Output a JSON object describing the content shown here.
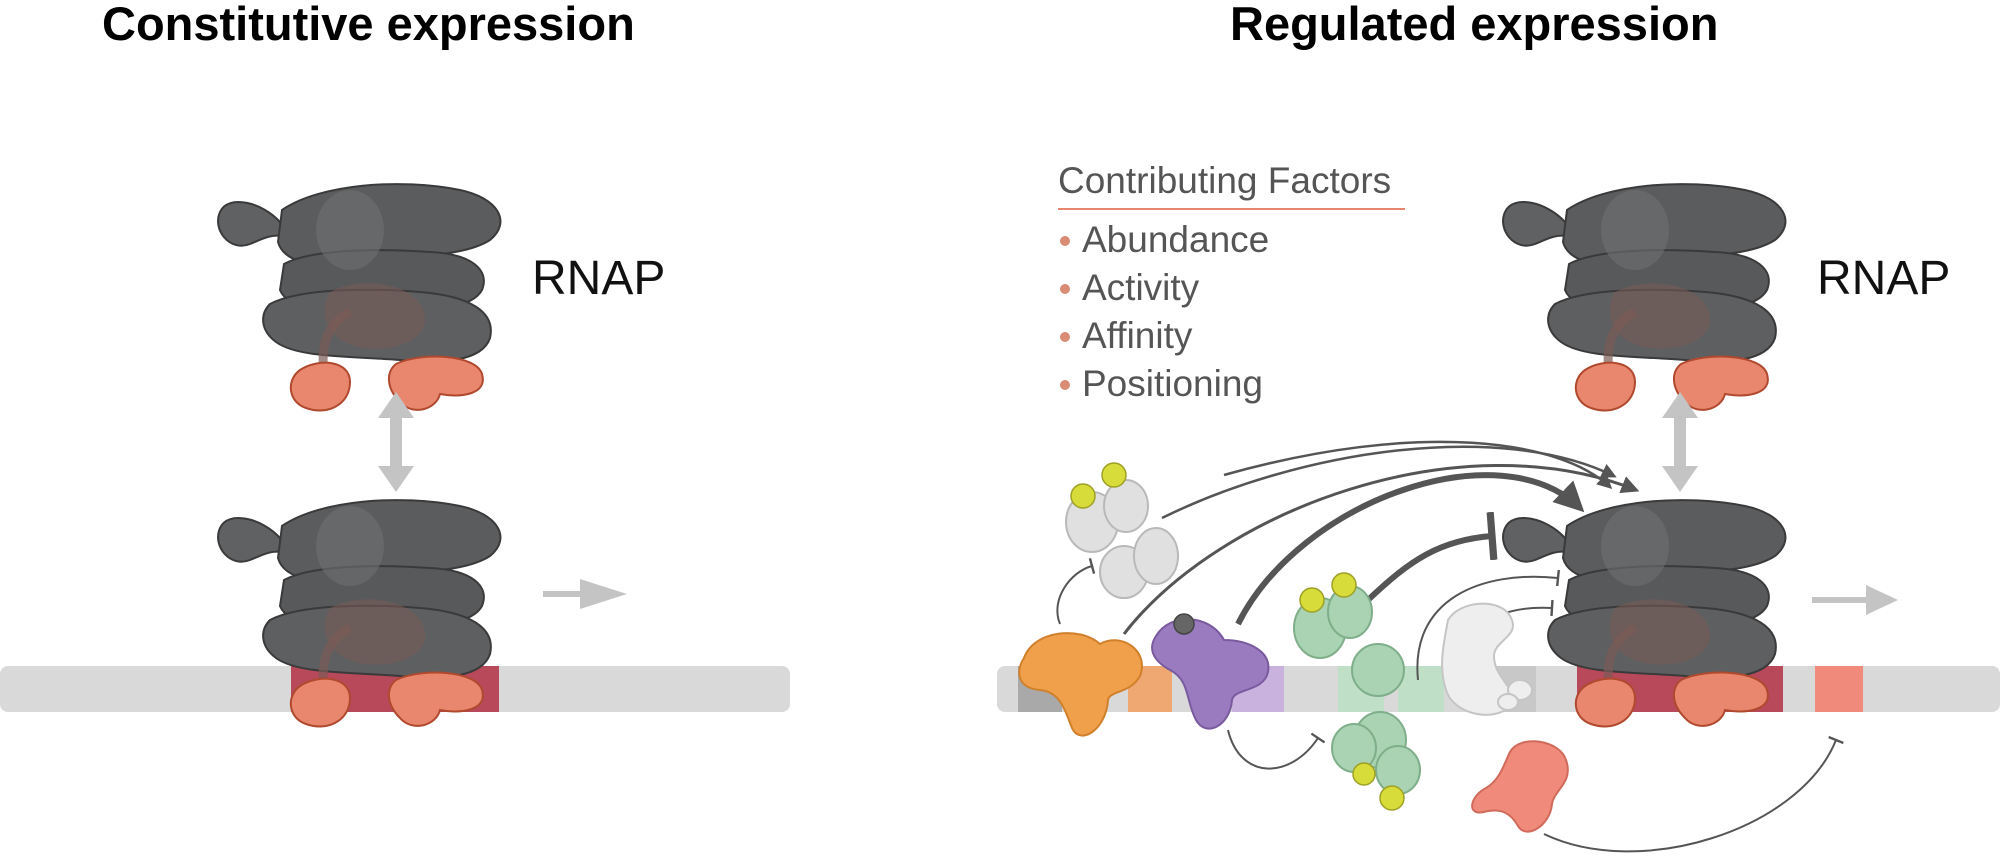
{
  "titles": {
    "left": "Constitutive expression",
    "right": "Regulated expression"
  },
  "rnap_label": "RNAP",
  "contributing_factors": {
    "title": "Contributing Factors",
    "items": [
      "Abundance",
      "Activity",
      "Affinity",
      "Positioning"
    ]
  },
  "colors": {
    "rnap": "#58595b",
    "sigma": "#e8876e",
    "promoter": "#b8495b",
    "dna": "#d9d9d9",
    "arrow_gray": "#bdbdbd",
    "regulator_orange": "#f0a04b",
    "regulator_purple": "#9b7bbf",
    "regulator_green": "#a9d3b3",
    "regulator_white": "#e6e6e6",
    "regulator_salmon": "#f08a7a",
    "ligand": "#d7dc3a"
  }
}
